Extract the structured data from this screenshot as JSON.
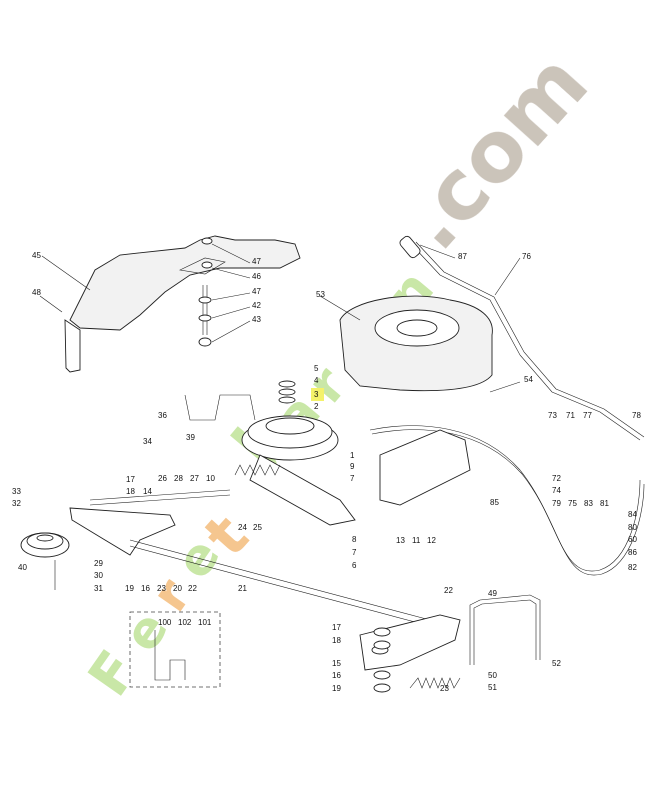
{
  "watermark": {
    "left": [
      {
        "text": "F",
        "color": "#c7e6a3"
      },
      {
        "text": "e",
        "color": "#c7e6a3"
      },
      {
        "text": "r",
        "color": "#f5c38a"
      },
      {
        "text": "e",
        "color": "#c7e6a3"
      },
      {
        "text": "t",
        "color": "#f5c38a"
      },
      {
        "text": "J",
        "color": "#c7e6a3"
      },
      {
        "text": "a",
        "color": "#c7e6a3"
      },
      {
        "text": "r",
        "color": "#c7e6a3"
      },
      {
        "text": "d",
        "color": "#c7e6a3"
      },
      {
        "text": "i",
        "color": "#c7e6a3"
      },
      {
        "text": "n",
        "color": "#c7e6a3"
      }
    ],
    "right": {
      "text": ".com",
      "color": "#c9c1b7"
    }
  },
  "highlight_color": "#f4f26a",
  "labels": {
    "l45": "45",
    "l48": "48",
    "l47a": "47",
    "l46": "46",
    "l47b": "47",
    "l42": "42",
    "l43": "43",
    "l53": "53",
    "l87": "87",
    "l76": "76",
    "l54": "54",
    "l5": "5",
    "l4": "4",
    "l3": "3",
    "l2": "2",
    "l1": "1",
    "l9": "9",
    "l7a": "7",
    "l36": "36",
    "l39": "39",
    "l34": "34",
    "l10": "10",
    "l73": "73",
    "l71": "71",
    "l77": "77",
    "l78": "78",
    "l72": "72",
    "l74": "74",
    "l79": "79",
    "l75": "75",
    "l83": "83",
    "l81": "81",
    "l84": "84",
    "l80": "80",
    "l60": "60",
    "l86": "86",
    "l82": "82",
    "l85": "85",
    "l17a": "17",
    "l18a": "18",
    "l14": "14",
    "l26": "26",
    "l28": "28",
    "l27": "27",
    "l33": "33",
    "l32": "32",
    "l24": "24",
    "l25": "25",
    "l8": "8",
    "l7b": "7",
    "l6": "6",
    "l13": "13",
    "l11": "11",
    "l12": "12",
    "l29": "29",
    "l30": "30",
    "l31": "31",
    "l40": "40",
    "l19a": "19",
    "l16a": "16",
    "l23a": "23",
    "l20": "20",
    "l22a": "22",
    "l21": "21",
    "l22b": "22",
    "l100": "100",
    "l102": "102",
    "l101": "101",
    "l49": "49",
    "l52": "52",
    "l50": "50",
    "l51": "51",
    "l17b": "17",
    "l18b": "18",
    "l15": "15",
    "l16b": "16",
    "l19b": "19",
    "l23b": "23"
  }
}
